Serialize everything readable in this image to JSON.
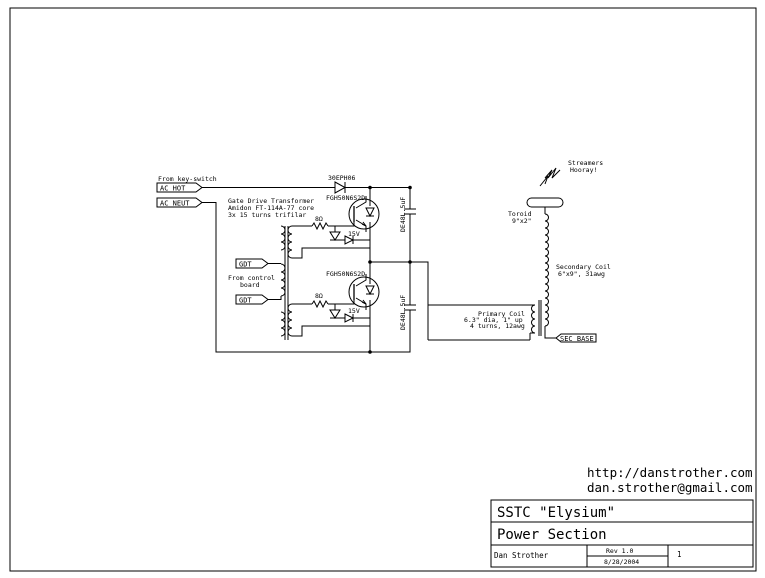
{
  "labels": {
    "from_key_switch": "From key-switch",
    "ac_hot": "AC HOT",
    "ac_neut": "AC NEUT",
    "diode": "30EPH06",
    "igbt_top": "FGH50N6S2D",
    "igbt_bottom": "FGH50N6S2D",
    "gdt_title_1": "Gate Drive Transformer",
    "gdt_title_2": "Amidon FT-114A-77 core",
    "gdt_title_3": "3x 15 turns trifilar",
    "resistor_top": "8Ω",
    "resistor_bottom": "8Ω",
    "zener_top": "15V",
    "zener_bottom": "15V",
    "gdt_in_1": "GDT",
    "gdt_in_2": "GDT",
    "from_control_1": "From control",
    "from_control_2": "board",
    "cap_top": "DE48L.5uF",
    "cap_bottom": "DE48L.5uF",
    "streamers_1": "Streamers",
    "streamers_2": "Hooray!",
    "toroid_1": "Toroid",
    "toroid_2": "9\"x2\"",
    "secondary_1": "Secondary Coil",
    "secondary_2": "6\"x9\", 31awg",
    "primary_1": "Primary Coil",
    "primary_2": "6.3\" dia, 1\" up",
    "primary_3": "4 turns, 12awg",
    "sec_base": "SEC BASE"
  },
  "contact": {
    "url": "http://danstrother.com",
    "email": "dan.strother@gmail.com"
  },
  "title_block": {
    "project": "SSTC \"Elysium\"",
    "sheet_title": "Power Section",
    "author": "Dan Strother",
    "rev": "Rev 1.0",
    "date": "8/28/2004",
    "sheet": "1"
  }
}
